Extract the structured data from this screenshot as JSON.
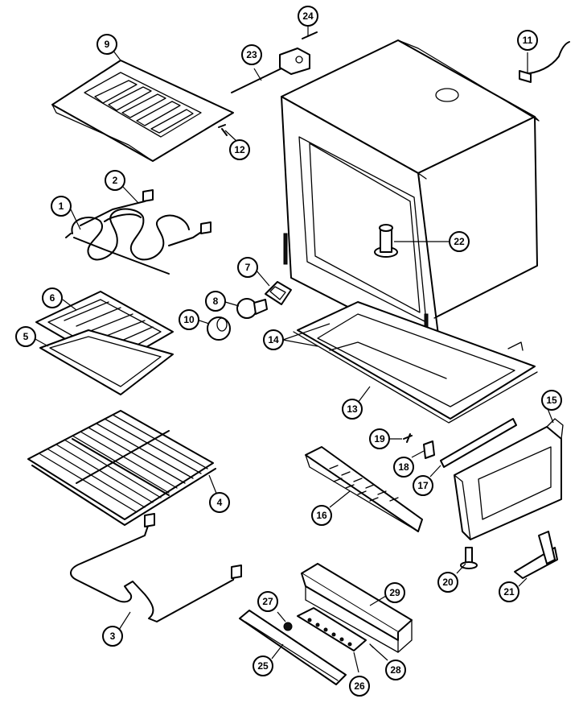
{
  "callouts": [
    {
      "label": "1"
    },
    {
      "label": "2"
    },
    {
      "label": "3"
    },
    {
      "label": "4"
    },
    {
      "label": "5"
    },
    {
      "label": "6"
    },
    {
      "label": "7"
    },
    {
      "label": "8"
    },
    {
      "label": "9"
    },
    {
      "label": "10"
    },
    {
      "label": "11"
    },
    {
      "label": "12"
    },
    {
      "label": "13"
    },
    {
      "label": "14"
    },
    {
      "label": "15"
    },
    {
      "label": "16"
    },
    {
      "label": "17"
    },
    {
      "label": "18"
    },
    {
      "label": "19"
    },
    {
      "label": "20"
    },
    {
      "label": "21"
    },
    {
      "label": "22"
    },
    {
      "label": "23"
    },
    {
      "label": "24"
    },
    {
      "label": "25"
    },
    {
      "label": "26"
    },
    {
      "label": "27"
    },
    {
      "label": "28"
    },
    {
      "label": "29"
    }
  ]
}
